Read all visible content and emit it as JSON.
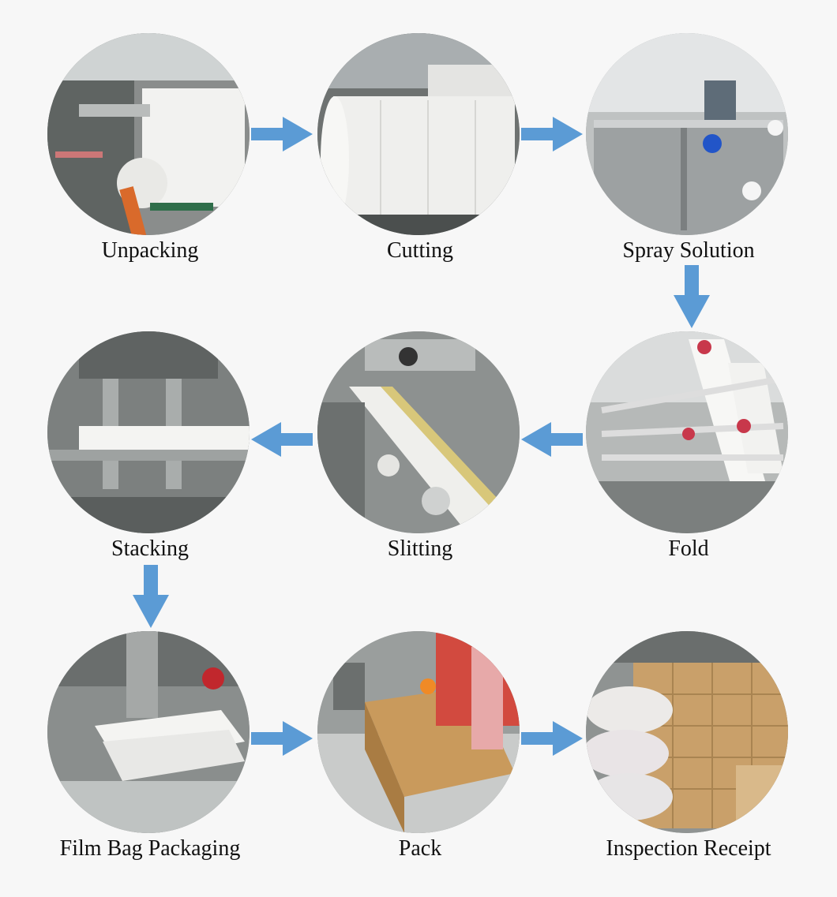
{
  "steps": [
    {
      "id": "unpacking",
      "label": "Unpacking"
    },
    {
      "id": "cutting",
      "label": "Cutting"
    },
    {
      "id": "spray-solution",
      "label": "Spray Solution"
    },
    {
      "id": "fold",
      "label": "Fold"
    },
    {
      "id": "slitting",
      "label": "Slitting"
    },
    {
      "id": "stacking",
      "label": "Stacking"
    },
    {
      "id": "film-bag-packaging",
      "label": "Film Bag Packaging"
    },
    {
      "id": "pack",
      "label": "Pack"
    },
    {
      "id": "inspection-receipt",
      "label": "Inspection Receipt"
    }
  ],
  "colors": {
    "arrow": "#5b9bd5",
    "background": "#f7f7f7",
    "text": "#111111"
  }
}
